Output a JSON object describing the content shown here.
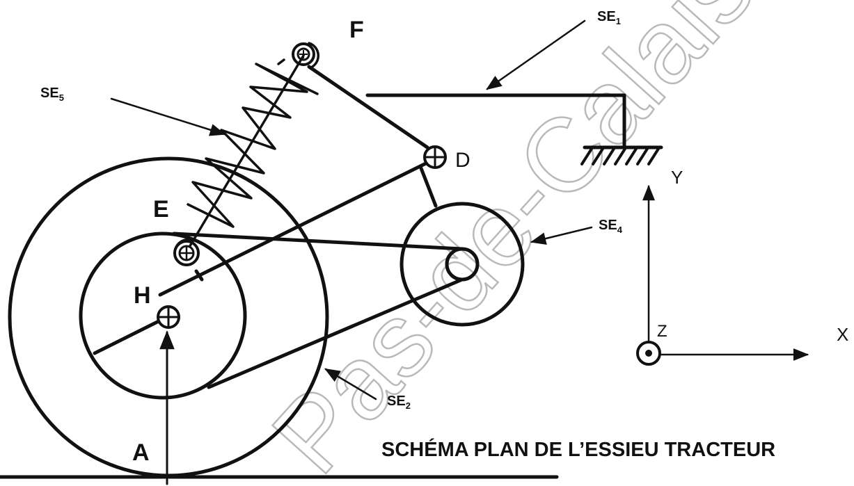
{
  "title": "SCHÉMA PLAN DE L’ESSIEU TRACTEUR",
  "watermark": "Pas-de-Calais",
  "points": {
    "A": "A",
    "D": "D",
    "E": "E",
    "F": "F",
    "H": "H"
  },
  "subsystems": {
    "se1": {
      "base": "SE",
      "sub": "1"
    },
    "se2": {
      "base": "SE",
      "sub": "2"
    },
    "se4": {
      "base": "SE",
      "sub": "4"
    },
    "se5": {
      "base": "SE",
      "sub": "5"
    }
  },
  "axes": {
    "x": "X",
    "y": "Y",
    "z": "Z"
  }
}
